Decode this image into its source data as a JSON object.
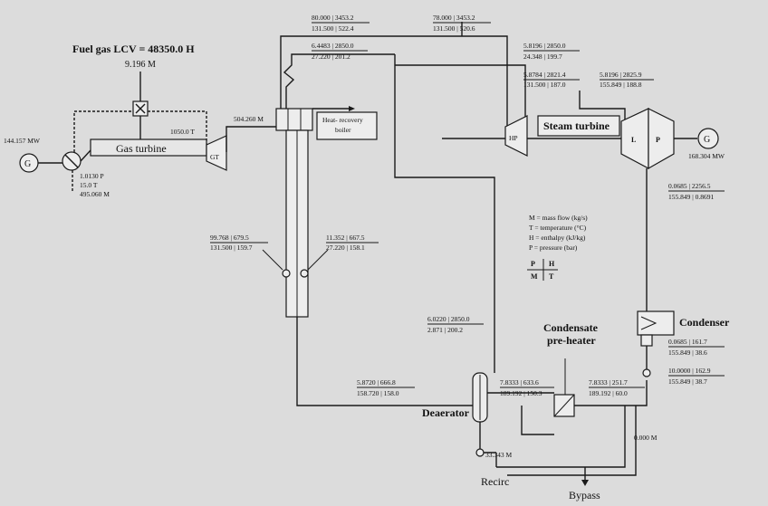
{
  "fuel": {
    "lcv": "Fuel gas LCV = 48350.0 H",
    "mass": "9.196 M"
  },
  "gas_turbine": {
    "power": "144.157 MW",
    "label": "Gas turbine",
    "exit_temp": "1050.0 T",
    "gt_label": "GT",
    "inlet_p": "1.0130 P",
    "inlet_t": "15.0 T",
    "inlet_m": "495.060 M"
  },
  "hrsg": {
    "label_1": "Heat- recovery",
    "label_2": "boiler",
    "exhaust": "504.260 M"
  },
  "steam_turbine": {
    "label": "Steam turbine",
    "hp": "HP",
    "lp_l": "L",
    "lp_p": "P",
    "power": "168.304 MW"
  },
  "generator": {
    "symbol": "G"
  },
  "states": {
    "hp_main_p": "80.000",
    "hp_main_h": "3453.2",
    "hp_main_m": "131.500",
    "hp_main_t": "522.4",
    "rh_p": "78.000",
    "rh_h": "3453.2",
    "rh_m": "131.500",
    "rh_t": "520.6",
    "lp_sup_p": "6.4483",
    "lp_sup_h": "2850.0",
    "lp_sup_m": "27.220",
    "lp_sup_t": "201.2",
    "ip_a_p": "5.8196",
    "ip_a_h": "2850.0",
    "ip_a_m": "24.348",
    "ip_a_t": "199.7",
    "ip_b_p": "5.8784",
    "ip_b_h": "2821.4",
    "ip_b_m": "131.500",
    "ip_b_t": "187.0",
    "ip_c_p": "5.8196",
    "ip_c_h": "2825.9",
    "ip_c_m": "155.849",
    "ip_c_t": "188.8",
    "exh_p": "0.0685",
    "exh_h": "2256.5",
    "exh_m": "155.849",
    "exh_t": "0.8691",
    "hp_fw_p": "99.768",
    "hp_fw_h": "679.5",
    "hp_fw_m": "131.500",
    "hp_fw_t": "159.7",
    "lp_fw_p": "11.352",
    "lp_fw_h": "667.5",
    "lp_fw_m": "27.220",
    "lp_fw_t": "158.1",
    "bleed_p": "6.0220",
    "bleed_h": "2850.0",
    "bleed_m": "2.871",
    "bleed_t": "200.2",
    "dea_out_p": "5.8720",
    "dea_out_h": "666.8",
    "dea_out_m": "158.720",
    "dea_out_t": "158.0",
    "dea_in_p": "7.8333",
    "dea_in_h": "633.6",
    "dea_in_m": "189.192",
    "dea_in_t": "150.3",
    "ph_in_p": "7.8333",
    "ph_in_h": "251.7",
    "ph_in_m": "189.192",
    "ph_in_t": "60.0",
    "cond_out_p": "0.0685",
    "cond_out_h": "161.7",
    "cond_out_m": "155.849",
    "cond_out_t": "38.6",
    "pump_out_p": "10.0000",
    "pump_out_h": "162.9",
    "pump_out_m": "155.849",
    "pump_out_t": "38.7"
  },
  "legend": {
    "m": "M  = mass flow (kg/s)",
    "t": "T  = temperature (°C)",
    "h": "H  = enthalpy (kJ/kg)",
    "p": "P  = pressure (bar)",
    "key_p": "P",
    "key_h": "H",
    "key_m": "M",
    "key_t": "T"
  },
  "labels": {
    "condenser": "Condenser",
    "preheater_1": "Condensate",
    "preheater_2": "pre-heater",
    "deaerator": "Deaerator",
    "recirc": "Recirc",
    "recirc_mass": "33.343 M",
    "bypass": "Bypass",
    "bypass_mass": "0.000 M"
  }
}
